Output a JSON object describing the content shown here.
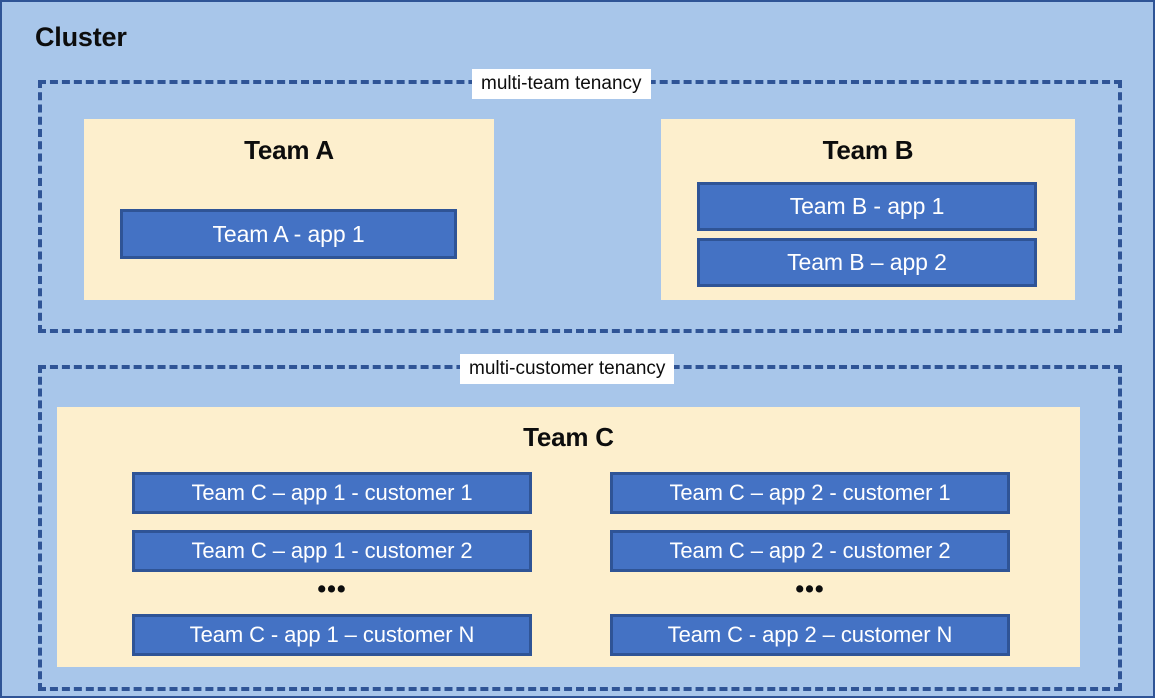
{
  "diagram": {
    "title": "Cluster",
    "frame_color": "#A8C6EA",
    "accent_color": "#2F5496",
    "app_color": "#4472C4",
    "team_color": "#FDEFCD"
  },
  "zones": [
    {
      "label": "multi-team tenancy"
    },
    {
      "label": "multi-customer tenancy"
    }
  ],
  "teams": [
    {
      "name": "Team A",
      "apps": [
        {
          "label": "Team A - app 1"
        }
      ]
    },
    {
      "name": "Team B",
      "apps": [
        {
          "label": "Team B - app 1"
        },
        {
          "label": "Team B – app 2"
        }
      ]
    },
    {
      "name": "Team C",
      "columns": [
        {
          "apps": [
            {
              "label": "Team C – app 1 - customer 1"
            },
            {
              "label": "Team C – app 1 - customer 2"
            },
            {
              "label": "Team C - app 1 – customer N"
            }
          ],
          "ellipsis": "•••"
        },
        {
          "apps": [
            {
              "label": "Team C – app 2 - customer 1"
            },
            {
              "label": "Team C – app 2 - customer 2"
            },
            {
              "label": "Team C - app 2 – customer N"
            }
          ],
          "ellipsis": "•••"
        }
      ]
    }
  ]
}
